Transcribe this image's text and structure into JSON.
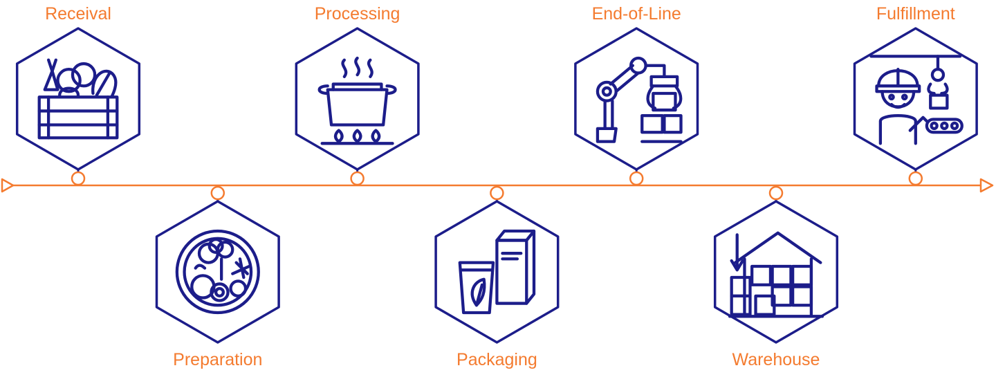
{
  "colors": {
    "accent": "#f47b2f",
    "icon": "#1c1d8a",
    "background": "#ffffff"
  },
  "timeline": {
    "direction": "left-to-right",
    "start_marker": "hollow-triangle",
    "end_marker": "hollow-triangle"
  },
  "steps": [
    {
      "label": "Receival",
      "position": "above",
      "icon": "vegetable-crate-icon"
    },
    {
      "label": "Preparation",
      "position": "below",
      "icon": "food-plate-icon"
    },
    {
      "label": "Processing",
      "position": "above",
      "icon": "cooking-pot-stove-icon"
    },
    {
      "label": "Packaging",
      "position": "below",
      "icon": "package-cup-box-icon"
    },
    {
      "label": "End-of-Line",
      "position": "above",
      "icon": "robot-arm-boxes-icon"
    },
    {
      "label": "Warehouse",
      "position": "below",
      "icon": "warehouse-icon"
    },
    {
      "label": "Fulfillment",
      "position": "above",
      "icon": "worker-conveyor-icon"
    }
  ]
}
